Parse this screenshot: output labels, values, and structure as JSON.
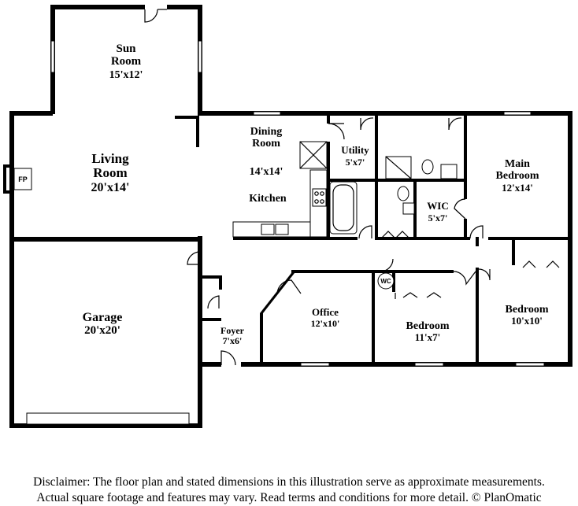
{
  "rooms": {
    "sun_room": {
      "name_line1": "Sun",
      "name_line2": "Room",
      "dims": "15'x12'"
    },
    "living_room": {
      "name_line1": "Living",
      "name_line2": "Room",
      "dims": "20'x14'"
    },
    "dining_room": {
      "name_line1": "Dining",
      "name_line2": "Room"
    },
    "kitchen": {
      "name": "Kitchen",
      "dims": "14'x14'"
    },
    "utility": {
      "name": "Utility",
      "dims": "5'x7'"
    },
    "main_bedroom": {
      "name_line1": "Main",
      "name_line2": "Bedroom",
      "dims": "12'x14'"
    },
    "wic": {
      "name": "WIC",
      "dims": "5'x7'"
    },
    "garage": {
      "name": "Garage",
      "dims": "20'x20'"
    },
    "foyer": {
      "name": "Foyer",
      "dims": "7'x6'"
    },
    "office": {
      "name": "Office",
      "dims": "12'x10'"
    },
    "bedroom_middle": {
      "name": "Bedroom",
      "dims": "11'x7'"
    },
    "bedroom_right": {
      "name": "Bedroom",
      "dims": "10'x10'"
    }
  },
  "fixtures": {
    "fireplace": "FP",
    "water_closet": "WC"
  },
  "disclaimer": {
    "line1": "Disclaimer: The floor plan and stated dimensions in this illustration serve as approximate measurements.",
    "line2": "Actual square footage and features may vary. Read terms and conditions for more detail. © PlanOmatic"
  }
}
